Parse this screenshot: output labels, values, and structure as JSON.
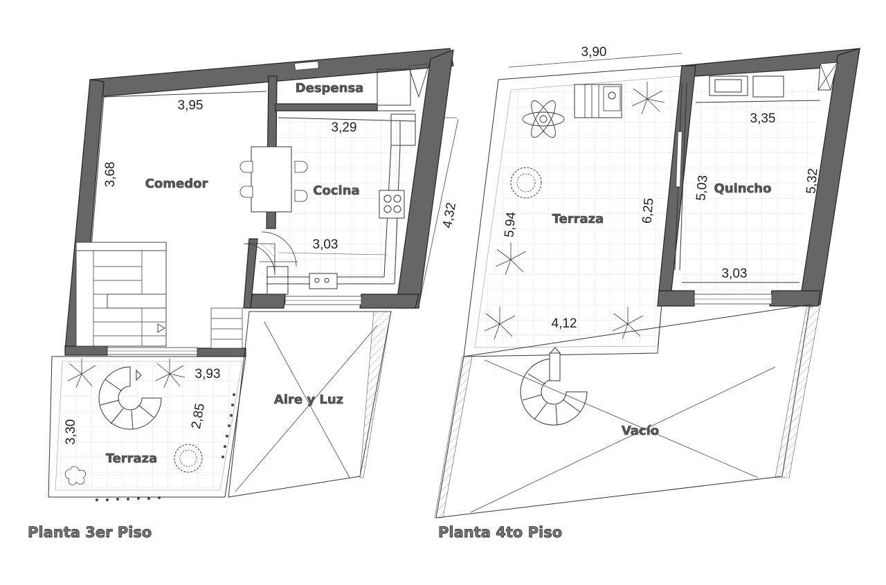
{
  "plans": [
    {
      "title": "Planta 3er Piso",
      "rooms": {
        "comedor": "Comedor",
        "cocina": "Cocina",
        "despensa": "Despensa",
        "terraza": "Terraza",
        "aire": "Aire y Luz"
      },
      "dims": {
        "d1": "3,95",
        "d2": "3,68",
        "d3": "3,29",
        "d4": "3,03",
        "d5": "4,32",
        "d6": "3,93",
        "d7": "3,30",
        "d8": "2,85"
      }
    },
    {
      "title": "Planta 4to Piso",
      "rooms": {
        "terraza": "Terraza",
        "quincho": "Quincho",
        "vacio": "Vacío"
      },
      "dims": {
        "d1": "3,90",
        "d2": "3,35",
        "d3": "5,94",
        "d4": "6,25",
        "d5": "5,03",
        "d6": "5,32",
        "d7": "3,03",
        "d8": "4,12"
      }
    }
  ]
}
